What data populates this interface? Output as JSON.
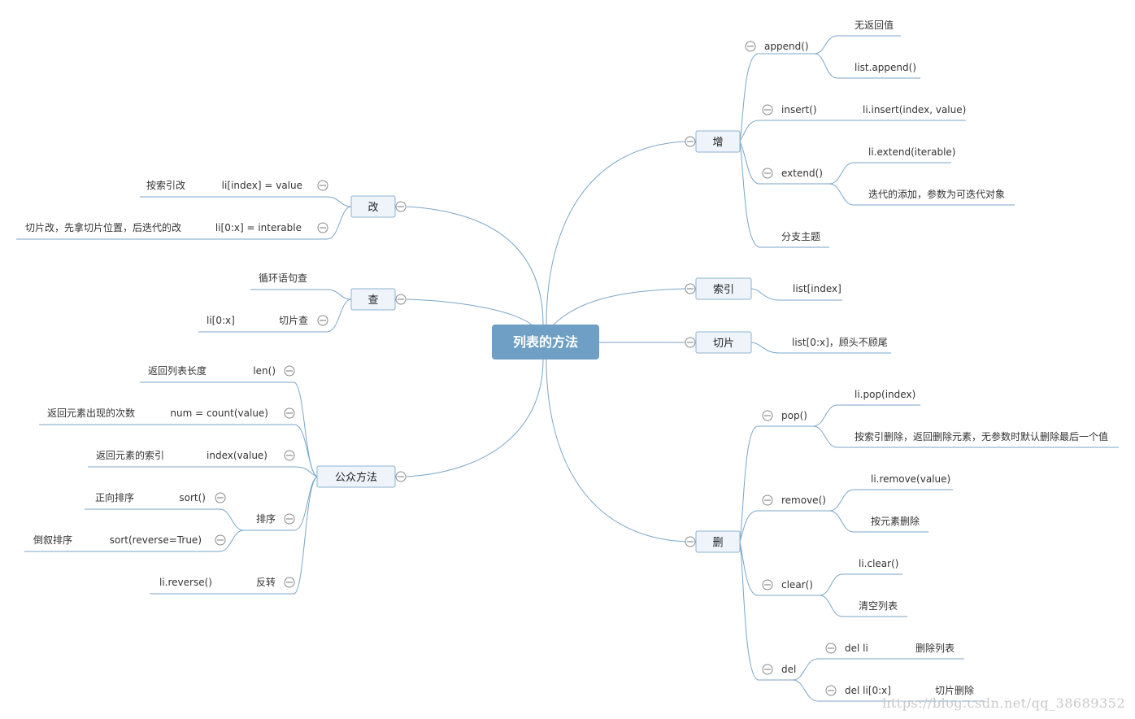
{
  "root": "列表的方法",
  "zeng": {
    "label": "增",
    "append": "append()",
    "append_children": [
      "无返回值",
      "list.append()"
    ],
    "insert": "insert()",
    "insert_detail": "li.insert(index, value)",
    "extend": "extend()",
    "extend_children": [
      "li.extend(iterable)",
      "迭代的添加，参数为可迭代对象"
    ],
    "subtopic": "分支主题"
  },
  "suoyin": {
    "label": "索引",
    "detail": "list[index]"
  },
  "qiepian": {
    "label": "切片",
    "detail": "list[0:x]，顾头不顾尾"
  },
  "shan": {
    "label": "删",
    "pop": "pop()",
    "pop_children": [
      "li.pop(index)",
      "按索引删除，返回删除元素，无参数时默认删除最后一个值"
    ],
    "remove": "remove()",
    "remove_children": [
      "li.remove(value)",
      "按元素删除"
    ],
    "clear": "clear()",
    "clear_children": [
      "li.clear()",
      "清空列表"
    ],
    "del": "del",
    "del_li": "del li",
    "del_li_detail": "删除列表",
    "del_slice": "del li[0:x]",
    "del_slice_detail": "切片删除"
  },
  "gai": {
    "label": "改",
    "by_index": "li[index] = value",
    "by_index_desc": "按索引改",
    "by_slice": "li[0:x] = interable",
    "by_slice_desc": "切片改，先拿切片位置，后迭代的改"
  },
  "cha": {
    "label": "查",
    "loop": "循环语句查",
    "slice": "切片查",
    "slice_detail": "li[0:x]"
  },
  "gongzhong": {
    "label": "公众方法",
    "len": "len()",
    "len_desc": "返回列表长度",
    "count": "num = count(value)",
    "count_desc": "返回元素出现的次数",
    "index": "index(value)",
    "index_desc": "返回元素的索引",
    "sort_group": "排序",
    "sort": "sort()",
    "sort_desc": "正向排序",
    "sort_rev": "sort(reverse=True)",
    "sort_rev_desc": "倒叙排序",
    "reverse_group": "反转",
    "reverse": "li.reverse()"
  },
  "watermark": "https://blog.csdn.net/qq_38689352",
  "colors": {
    "root_fill": "#6f9fc4",
    "line": "#7aa6c8",
    "box_fill": "#eef4fa",
    "box_stroke": "#8fb3d0"
  }
}
